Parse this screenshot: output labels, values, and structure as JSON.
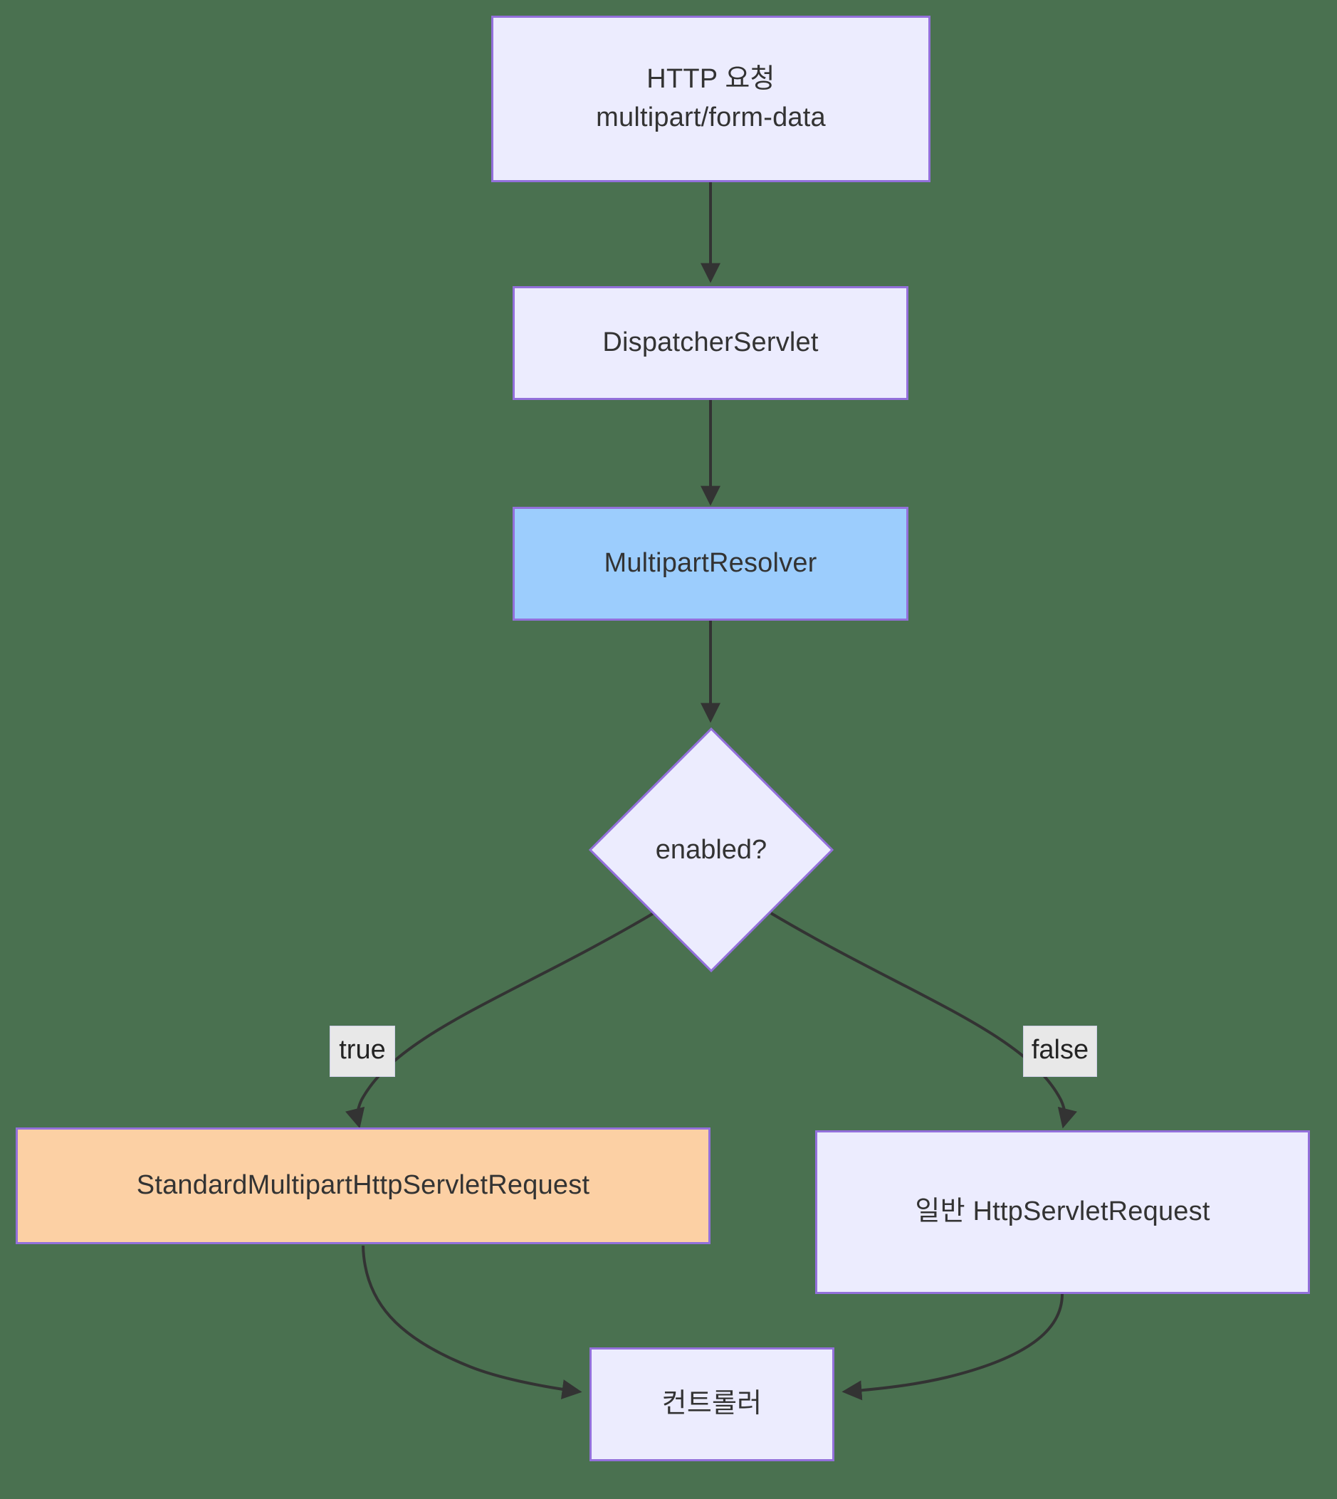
{
  "diagram": {
    "type": "flowchart",
    "direction": "top-down",
    "background_color": "#4a7150",
    "default_node_fill": "#ececfe",
    "default_node_border": "#9370db",
    "edge_color": "#333333",
    "nodes": [
      {
        "id": "http-request",
        "lines": [
          "HTTP 요청",
          "multipart/form-data"
        ],
        "shape": "rect",
        "fill": "#ececfe"
      },
      {
        "id": "dispatcher-servlet",
        "lines": [
          "DispatcherServlet"
        ],
        "shape": "rect",
        "fill": "#ececfe"
      },
      {
        "id": "multipart-resolver",
        "lines": [
          "MultipartResolver"
        ],
        "shape": "rect",
        "fill": "#9ccdfd"
      },
      {
        "id": "enabled-decision",
        "lines": [
          "enabled?"
        ],
        "shape": "diamond",
        "fill": "#ececfe"
      },
      {
        "id": "standard-multipart-request",
        "lines": [
          "StandardMultipartHttpServletRequest"
        ],
        "shape": "rect",
        "fill": "#fcd0a4"
      },
      {
        "id": "plain-http-request",
        "lines": [
          "일반 HttpServletRequest"
        ],
        "shape": "rect",
        "fill": "#ececfe"
      },
      {
        "id": "controller",
        "lines": [
          "컨트롤러"
        ],
        "shape": "rect",
        "fill": "#ececfe"
      }
    ],
    "edge_labels": [
      {
        "id": "true-label",
        "text": "true"
      },
      {
        "id": "false-label",
        "text": "false"
      }
    ]
  },
  "nodes_text": {
    "http_request_line1": "HTTP 요청",
    "http_request_line2": "multipart/form-data",
    "dispatcher_servlet": "DispatcherServlet",
    "multipart_resolver": "MultipartResolver",
    "enabled_decision": "enabled?",
    "standard_multipart_request": "StandardMultipartHttpServletRequest",
    "plain_http_request": "일반 HttpServletRequest",
    "controller": "컨트롤러"
  },
  "edge_labels": {
    "true": "true",
    "false": "false"
  }
}
